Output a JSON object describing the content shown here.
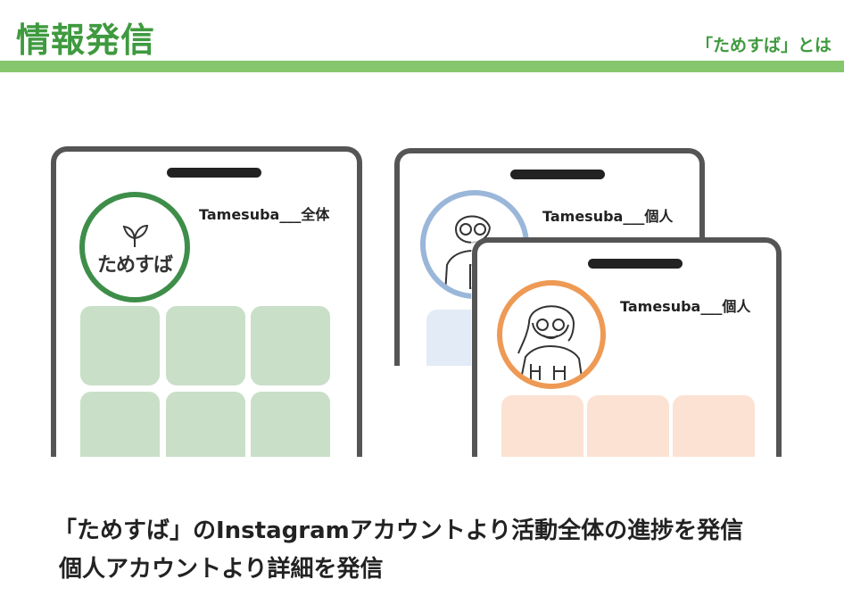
{
  "header": {
    "title": "情報発信",
    "subtitle": "「ためすば」とは"
  },
  "phones": {
    "main": {
      "account": "Tamesuba___全体",
      "logo_text": "ためすば"
    },
    "person1": {
      "account": "Tamesuba___個人"
    },
    "person2": {
      "account": "Tamesuba___個人"
    }
  },
  "colors": {
    "accent_green": "#3f9a3f",
    "bar_green": "#86c66c",
    "ring_green": "#3e8e4a",
    "ring_blue": "#9ab7d9",
    "ring_orange": "#ee9a55",
    "tile_green": "#c9dfc8",
    "tile_blue": "#e2ebf6",
    "tile_orange": "#fbe2d2"
  },
  "caption": {
    "line1": "「ためすば」のInstagramアカウントより活動全体の進捗を発信",
    "line2": "個人アカウントより詳細を発信"
  }
}
